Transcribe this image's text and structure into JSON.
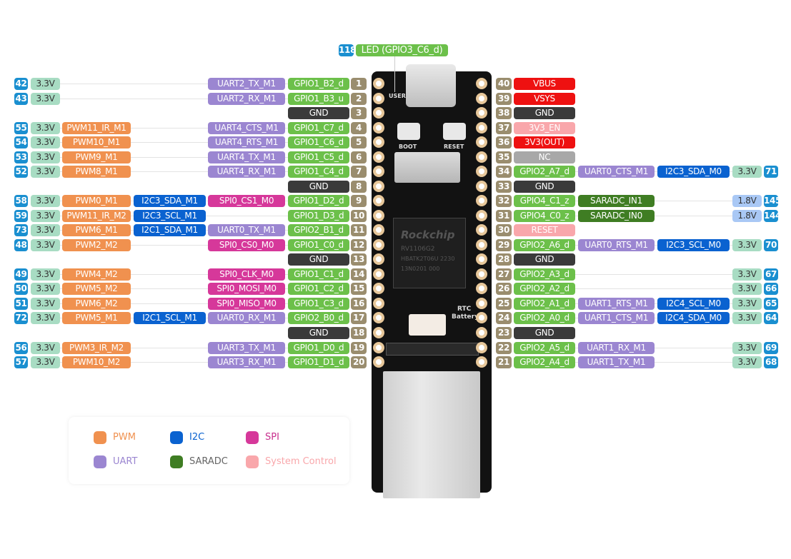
{
  "led": {
    "gpio_num": "118",
    "label": "LED (GPIO3_C6_d)"
  },
  "board": {
    "silk_user": "USER",
    "boot": "BOOT",
    "reset": "RESET",
    "chip_brand": "Rockchip",
    "chip_model": "RV1106G2",
    "chip_line2": "HBATK2T06U 2230",
    "chip_line3": "13N0201 000",
    "rtc": "RTC",
    "battery": "Battery"
  },
  "colors": {
    "gpio_num": "#1a8fd0",
    "v33": "#a8dcc3",
    "v18": "#a9c8f5",
    "pwm": "#f0914f",
    "i2c": "#0a62d0",
    "uart": "#9b86d1",
    "spi": "#d6389a",
    "gpio": "#6cc04a",
    "gnd": "#3a3a3a",
    "pin": "#9a8d6e",
    "power": "#ee1111",
    "sys": "#f9a7ab",
    "nc": "#a8a8a8",
    "adc": "#3f7d23"
  },
  "left": [
    {
      "pin": "1",
      "main": {
        "label": "GPIO1_B2_d",
        "type": "gpio"
      },
      "alt1": {
        "label": "UART2_TX_M1",
        "type": "uart"
      },
      "voltage": "3.3V",
      "gpio_num": "42"
    },
    {
      "pin": "2",
      "main": {
        "label": "GPIO1_B3_u",
        "type": "gpio"
      },
      "alt1": {
        "label": "UART2_RX_M1",
        "type": "uart"
      },
      "voltage": "3.3V",
      "gpio_num": "43"
    },
    {
      "pin": "3",
      "main": {
        "label": "GND",
        "type": "gnd"
      }
    },
    {
      "pin": "4",
      "main": {
        "label": "GPIO1_C7_d",
        "type": "gpio"
      },
      "alt1": {
        "label": "UART4_CTS_M1",
        "type": "uart"
      },
      "alt3": {
        "label": "PWM11_IR_M1",
        "type": "pwm"
      },
      "voltage": "3.3V",
      "gpio_num": "55"
    },
    {
      "pin": "5",
      "main": {
        "label": "GPIO1_C6_d",
        "type": "gpio"
      },
      "alt1": {
        "label": "UART4_RTS_M1",
        "type": "uart"
      },
      "alt3": {
        "label": "PWM10_M1",
        "type": "pwm"
      },
      "voltage": "3.3V",
      "gpio_num": "54"
    },
    {
      "pin": "6",
      "main": {
        "label": "GPIO1_C5_d",
        "type": "gpio"
      },
      "alt1": {
        "label": "UART4_TX_M1",
        "type": "uart"
      },
      "alt3": {
        "label": "PWM9_M1",
        "type": "pwm"
      },
      "voltage": "3.3V",
      "gpio_num": "53"
    },
    {
      "pin": "7",
      "main": {
        "label": "GPIO1_C4_d",
        "type": "gpio"
      },
      "alt1": {
        "label": "UART4_RX_M1",
        "type": "uart"
      },
      "alt3": {
        "label": "PWM8_M1",
        "type": "pwm"
      },
      "voltage": "3.3V",
      "gpio_num": "52"
    },
    {
      "pin": "8",
      "main": {
        "label": "GND",
        "type": "gnd"
      }
    },
    {
      "pin": "9",
      "main": {
        "label": "GPIO1_D2_d",
        "type": "gpio"
      },
      "alt1": {
        "label": "SPI0_CS1_M0",
        "type": "spi"
      },
      "alt2": {
        "label": "I2C3_SDA_M1",
        "type": "i2c"
      },
      "alt3": {
        "label": "PWM0_M1",
        "type": "pwm"
      },
      "voltage": "3.3V",
      "gpio_num": "58"
    },
    {
      "pin": "10",
      "main": {
        "label": "GPIO1_D3_d",
        "type": "gpio"
      },
      "alt2": {
        "label": "I2C3_SCL_M1",
        "type": "i2c"
      },
      "alt3": {
        "label": "PWM11_IR_M2",
        "type": "pwm"
      },
      "voltage": "3.3V",
      "gpio_num": "59"
    },
    {
      "pin": "11",
      "main": {
        "label": "GPIO2_B1_d",
        "type": "gpio"
      },
      "alt1": {
        "label": "UART0_TX_M1",
        "type": "uart"
      },
      "alt2": {
        "label": "I2C1_SDA_M1",
        "type": "i2c"
      },
      "alt3": {
        "label": "PWM6_M1",
        "type": "pwm"
      },
      "voltage": "3.3V",
      "gpio_num": "73"
    },
    {
      "pin": "12",
      "main": {
        "label": "GPIO1_C0_d",
        "type": "gpio"
      },
      "alt1": {
        "label": "SPI0_CS0_M0",
        "type": "spi"
      },
      "alt3": {
        "label": "PWM2_M2",
        "type": "pwm"
      },
      "voltage": "3.3V",
      "gpio_num": "48"
    },
    {
      "pin": "13",
      "main": {
        "label": "GND",
        "type": "gnd"
      }
    },
    {
      "pin": "14",
      "main": {
        "label": "GPIO1_C1_d",
        "type": "gpio"
      },
      "alt1": {
        "label": "SPI0_CLK_M0",
        "type": "spi"
      },
      "alt3": {
        "label": "PWM4_M2",
        "type": "pwm"
      },
      "voltage": "3.3V",
      "gpio_num": "49"
    },
    {
      "pin": "15",
      "main": {
        "label": "GPIO1_C2_d",
        "type": "gpio"
      },
      "alt1": {
        "label": "SPI0_MOSI_M0",
        "type": "spi"
      },
      "alt3": {
        "label": "PWM5_M2",
        "type": "pwm"
      },
      "voltage": "3.3V",
      "gpio_num": "50"
    },
    {
      "pin": "16",
      "main": {
        "label": "GPIO1_C3_d",
        "type": "gpio"
      },
      "alt1": {
        "label": "SPI0_MISO_M0",
        "type": "spi"
      },
      "alt3": {
        "label": "PWM6_M2",
        "type": "pwm"
      },
      "voltage": "3.3V",
      "gpio_num": "51"
    },
    {
      "pin": "17",
      "main": {
        "label": "GPIO2_B0_d",
        "type": "gpio"
      },
      "alt1": {
        "label": "UART0_RX_M1",
        "type": "uart"
      },
      "alt2": {
        "label": "I2C1_SCL_M1",
        "type": "i2c"
      },
      "alt3": {
        "label": "PWM5_M1",
        "type": "pwm"
      },
      "voltage": "3.3V",
      "gpio_num": "72"
    },
    {
      "pin": "18",
      "main": {
        "label": "GND",
        "type": "gnd"
      }
    },
    {
      "pin": "19",
      "main": {
        "label": "GPIO1_D0_d",
        "type": "gpio"
      },
      "alt1": {
        "label": "UART3_TX_M1",
        "type": "uart"
      },
      "alt3": {
        "label": "PWM3_IR_M2",
        "type": "pwm"
      },
      "voltage": "3.3V",
      "gpio_num": "56"
    },
    {
      "pin": "20",
      "main": {
        "label": "GPIO1_D1_d",
        "type": "gpio"
      },
      "alt1": {
        "label": "UART3_RX_M1",
        "type": "uart"
      },
      "alt3": {
        "label": "PWM10_M2",
        "type": "pwm"
      },
      "voltage": "3.3V",
      "gpio_num": "57"
    }
  ],
  "right": [
    {
      "pin": "40",
      "main": {
        "label": "VBUS",
        "type": "power"
      }
    },
    {
      "pin": "39",
      "main": {
        "label": "VSYS",
        "type": "power"
      }
    },
    {
      "pin": "38",
      "main": {
        "label": "GND",
        "type": "gnd"
      }
    },
    {
      "pin": "37",
      "main": {
        "label": "3V3_EN",
        "type": "sys"
      }
    },
    {
      "pin": "36",
      "main": {
        "label": "3V3(OUT)",
        "type": "power"
      }
    },
    {
      "pin": "35",
      "main": {
        "label": "NC",
        "type": "nc"
      }
    },
    {
      "pin": "34",
      "main": {
        "label": "GPIO2_A7_d",
        "type": "gpio"
      },
      "alt1": {
        "label": "UART0_CTS_M1",
        "type": "uart"
      },
      "alt2": {
        "label": "I2C3_SDA_M0",
        "type": "i2c"
      },
      "voltage": "3.3V",
      "gpio_num": "71"
    },
    {
      "pin": "33",
      "main": {
        "label": "GND",
        "type": "gnd"
      }
    },
    {
      "pin": "32",
      "main": {
        "label": "GPIO4_C1_z",
        "type": "gpio"
      },
      "alt1": {
        "label": "SARADC_IN1",
        "type": "adc"
      },
      "voltage": "1.8V",
      "gpio_num": "145"
    },
    {
      "pin": "31",
      "main": {
        "label": "GPIO4_C0_z",
        "type": "gpio"
      },
      "alt1": {
        "label": "SARADC_IN0",
        "type": "adc"
      },
      "voltage": "1.8V",
      "gpio_num": "144"
    },
    {
      "pin": "30",
      "main": {
        "label": "RESET",
        "type": "sys"
      }
    },
    {
      "pin": "29",
      "main": {
        "label": "GPIO2_A6_d",
        "type": "gpio"
      },
      "alt1": {
        "label": "UART0_RTS_M1",
        "type": "uart"
      },
      "alt2": {
        "label": "I2C3_SCL_M0",
        "type": "i2c"
      },
      "voltage": "3.3V",
      "gpio_num": "70"
    },
    {
      "pin": "28",
      "main": {
        "label": "GND",
        "type": "gnd"
      }
    },
    {
      "pin": "27",
      "main": {
        "label": "GPIO2_A3_d",
        "type": "gpio"
      },
      "voltage": "3.3V",
      "gpio_num": "67"
    },
    {
      "pin": "26",
      "main": {
        "label": "GPIO2_A2_d",
        "type": "gpio"
      },
      "voltage": "3.3V",
      "gpio_num": "66"
    },
    {
      "pin": "25",
      "main": {
        "label": "GPIO2_A1_d",
        "type": "gpio"
      },
      "alt1": {
        "label": "UART1_RTS_M1",
        "type": "uart"
      },
      "alt2": {
        "label": "I2C4_SCL_M0",
        "type": "i2c"
      },
      "voltage": "3.3V",
      "gpio_num": "65"
    },
    {
      "pin": "24",
      "main": {
        "label": "GPIO2_A0_d",
        "type": "gpio"
      },
      "alt1": {
        "label": "UART1_CTS_M1",
        "type": "uart"
      },
      "alt2": {
        "label": "I2C4_SDA_M0",
        "type": "i2c"
      },
      "voltage": "3.3V",
      "gpio_num": "64"
    },
    {
      "pin": "23",
      "main": {
        "label": "GND",
        "type": "gnd"
      }
    },
    {
      "pin": "22",
      "main": {
        "label": "GPIO2_A5_d",
        "type": "gpio"
      },
      "alt1": {
        "label": "UART1_RX_M1",
        "type": "uart"
      },
      "voltage": "3.3V",
      "gpio_num": "69"
    },
    {
      "pin": "21",
      "main": {
        "label": "GPIO2_A4_d",
        "type": "gpio"
      },
      "alt1": {
        "label": "UART1_TX_M1",
        "type": "uart"
      },
      "voltage": "3.3V",
      "gpio_num": "68"
    }
  ],
  "legend": [
    {
      "label": "PWM",
      "type": "pwm",
      "text_color": "#f0914f"
    },
    {
      "label": "I2C",
      "type": "i2c",
      "text_color": "#0a62d0"
    },
    {
      "label": "SPI",
      "type": "spi",
      "text_color": "#c8308e"
    },
    {
      "label": "UART",
      "type": "uart",
      "text_color": "#9b86d1"
    },
    {
      "label": "SARADC",
      "type": "adc",
      "text_color": "#666666"
    },
    {
      "label": "System Control",
      "type": "sys",
      "text_color": "#f9a7ab"
    }
  ]
}
